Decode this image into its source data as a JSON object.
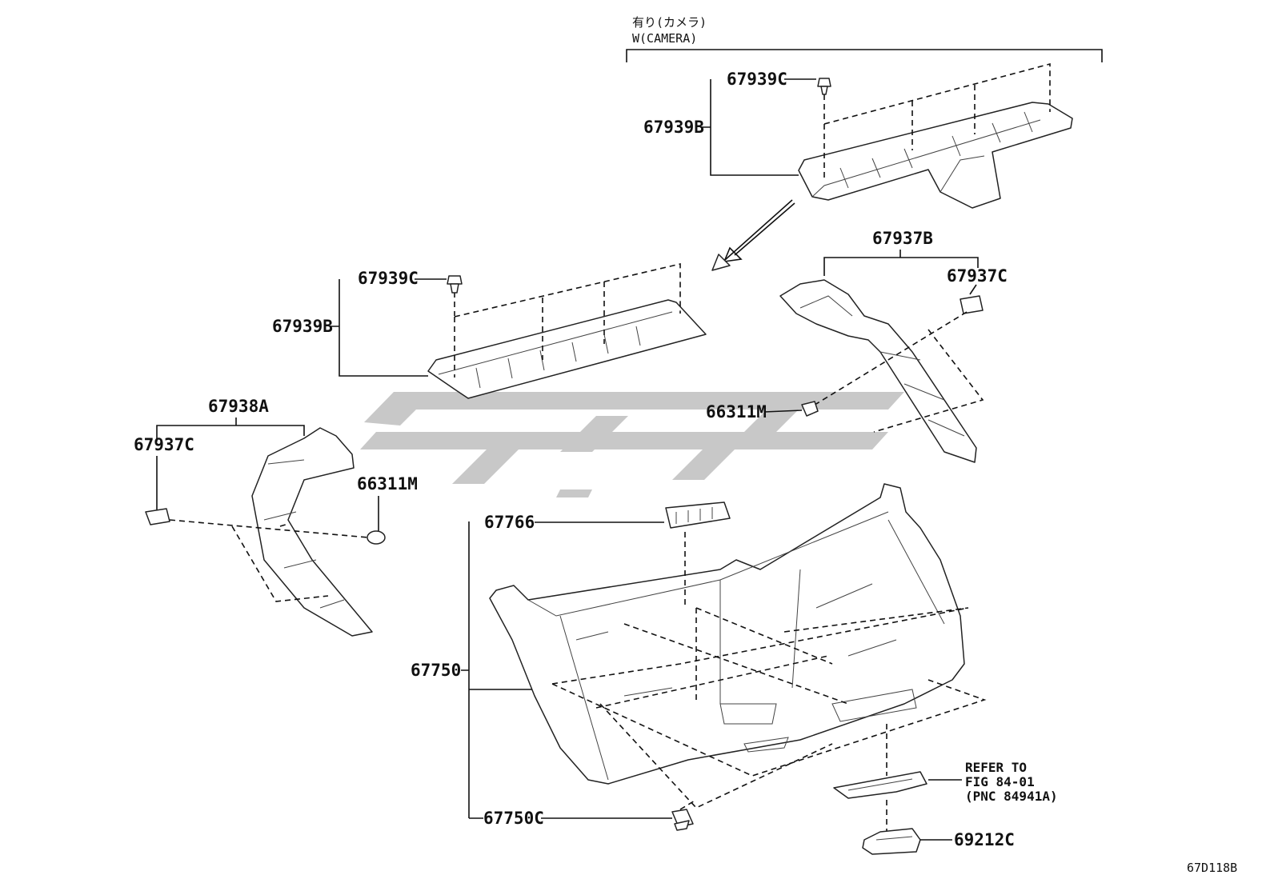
{
  "header": {
    "variant_jp": "有り(カメラ)",
    "variant_en": "W(CAMERA)"
  },
  "labels": {
    "camera_clip": "67939C",
    "camera_garnish": "67939B",
    "upper_clip": "67939C",
    "upper_garnish": "67939B",
    "right_trim": "67937B",
    "right_clip": "67937C",
    "right_grommet": "66311M",
    "left_trim": "67938A",
    "left_clip": "67937C",
    "left_grommet": "66311M",
    "grip": "67766",
    "door_board": "67750",
    "board_clip": "67750C",
    "lamp_part": "69212C"
  },
  "refer": {
    "line1": "REFER TO",
    "line2": "FIG 84-01",
    "line3": "(PNC 84941A)"
  },
  "figure_code": "67D118B",
  "watermark": "تیوبکی"
}
